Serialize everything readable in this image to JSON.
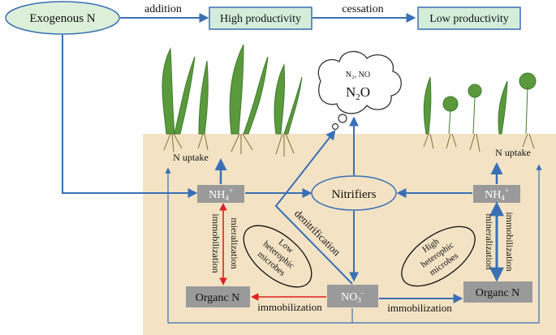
{
  "nodes": {
    "exogenous_n": "Exogenous N",
    "high_productivity": "High productivity",
    "low_productivity": "Low productivity",
    "nitrifiers": "Nitrifiers",
    "nh4_left": "NH",
    "nh4_right": "NH",
    "nh4_sub": "4",
    "nh4_sup": "+",
    "no3": "NO",
    "no3_sub": "3",
    "no3_sup": "-",
    "organic_n_left": "Organc N",
    "organic_n_right": "Organc N",
    "low_microbes": [
      "Low",
      "heterophic",
      "microbes"
    ],
    "high_microbes": [
      "High",
      "heterophic",
      "microbes"
    ],
    "gas_top": "N₂, NO",
    "gas_main": "N",
    "gas_main_sub": "2",
    "gas_main_tail": "O"
  },
  "labels": {
    "addition": "addition",
    "cessation": "cessation",
    "n_uptake_left": "N uptake",
    "n_uptake_right": "N uptake",
    "denitrification": "denitrification",
    "mineralization": "mieralization",
    "immobilization_vert": "immobilization",
    "mineralization_right": "mineralization",
    "immobilization_right_vert": "immobilization",
    "immobilization_bottom_left": "immobilization",
    "immobilization_bottom_right": "immobilization"
  },
  "colors": {
    "arrow_blue": "#3a6fb5",
    "arrow_red": "#e02020",
    "soil": "#f3e3c4",
    "ellipse_fill": "#dcefd9",
    "box_green": "#d4eddb",
    "box_gray": "#9a9a9a"
  }
}
